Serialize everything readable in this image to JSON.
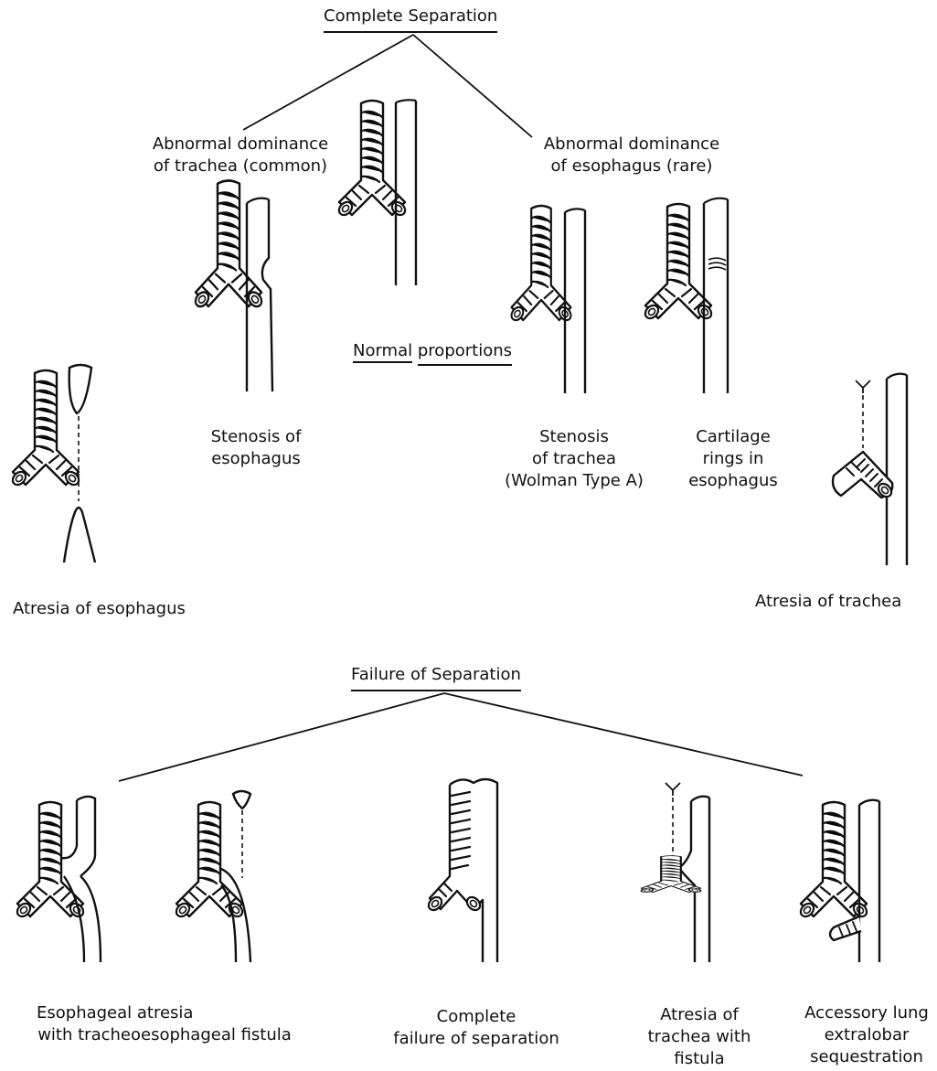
{
  "headings": {
    "complete": "Complete Separation",
    "failure": "Failure of Separation"
  },
  "normal": [
    "Normal",
    "proportions"
  ],
  "branches": {
    "trachea_dominance": [
      "Abnormal dominance",
      "of trachea (common)"
    ],
    "esophagus_dominance": [
      "Abnormal dominance",
      "of esophagus (rare)"
    ]
  },
  "anomalies": {
    "stenosis_esophagus": [
      "Stenosis of",
      "esophagus"
    ],
    "stenosis_trachea": [
      "Stenosis",
      "of trachea",
      "(Wolman Type A)"
    ],
    "cartilage_rings": [
      "Cartilage",
      "rings in",
      "esophagus"
    ],
    "atresia_esophagus": [
      "Atresia of esophagus"
    ],
    "atresia_trachea": [
      "Atresia of trachea"
    ],
    "esophageal_atresia_fistula": [
      "Esophageal atresia",
      "with tracheoesophageal fistula"
    ],
    "complete_failure": [
      "Complete",
      "failure of separation"
    ],
    "atresia_trachea_fistula": [
      "Atresia of",
      "trachea with",
      "fistula"
    ],
    "accessory_lung": [
      "Accessory lung",
      "extralobar",
      "sequestration"
    ]
  }
}
